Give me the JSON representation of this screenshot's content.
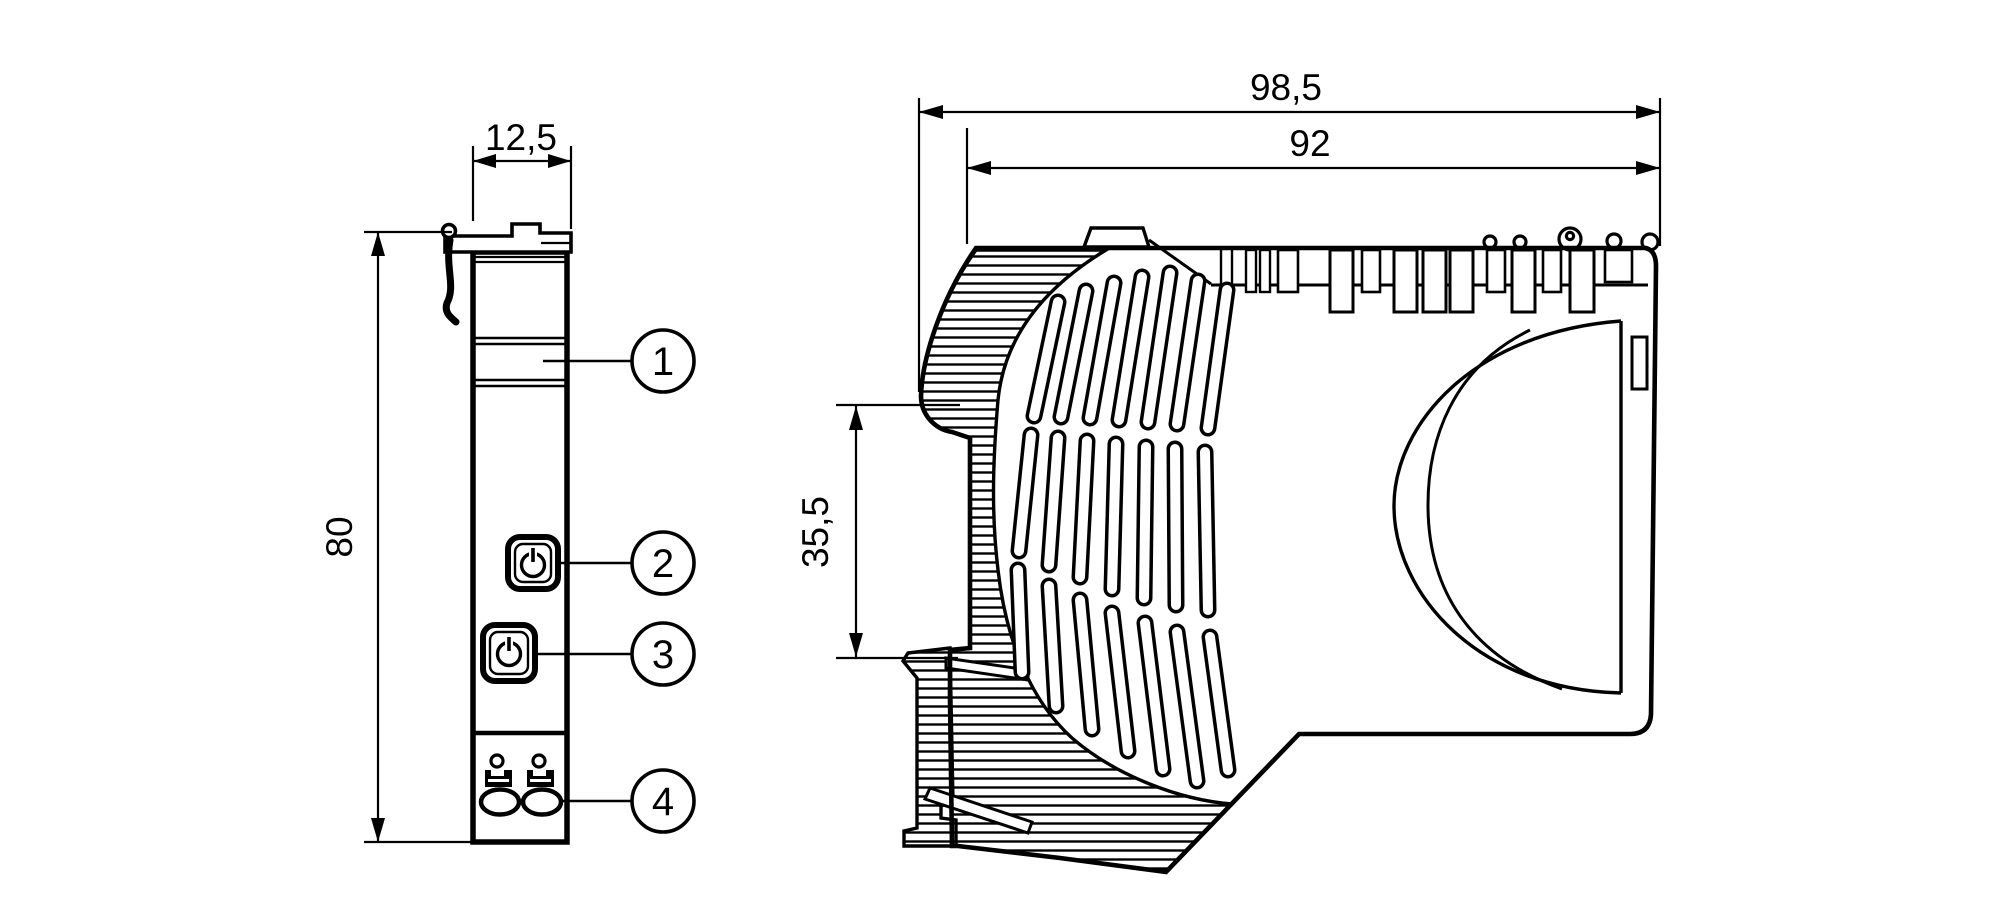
{
  "drawing": {
    "background_color": "#ffffff",
    "line_color": "#000000",
    "front_view": {
      "name": "module front view",
      "dim_width": "12,5",
      "dim_height": "80",
      "callouts": [
        {
          "id": "1"
        },
        {
          "id": "2"
        },
        {
          "id": "3"
        },
        {
          "id": "4"
        }
      ],
      "indicator_icons": [
        {
          "name": "power-icon"
        },
        {
          "name": "power-icon"
        }
      ],
      "connector_icons": [
        {
          "name": "socket-icon"
        },
        {
          "name": "socket-icon"
        }
      ]
    },
    "side_view": {
      "name": "module side view",
      "dim_overall_depth": "98,5",
      "dim_housing_depth": "92",
      "dim_din_rail_recess": "35,5"
    }
  }
}
